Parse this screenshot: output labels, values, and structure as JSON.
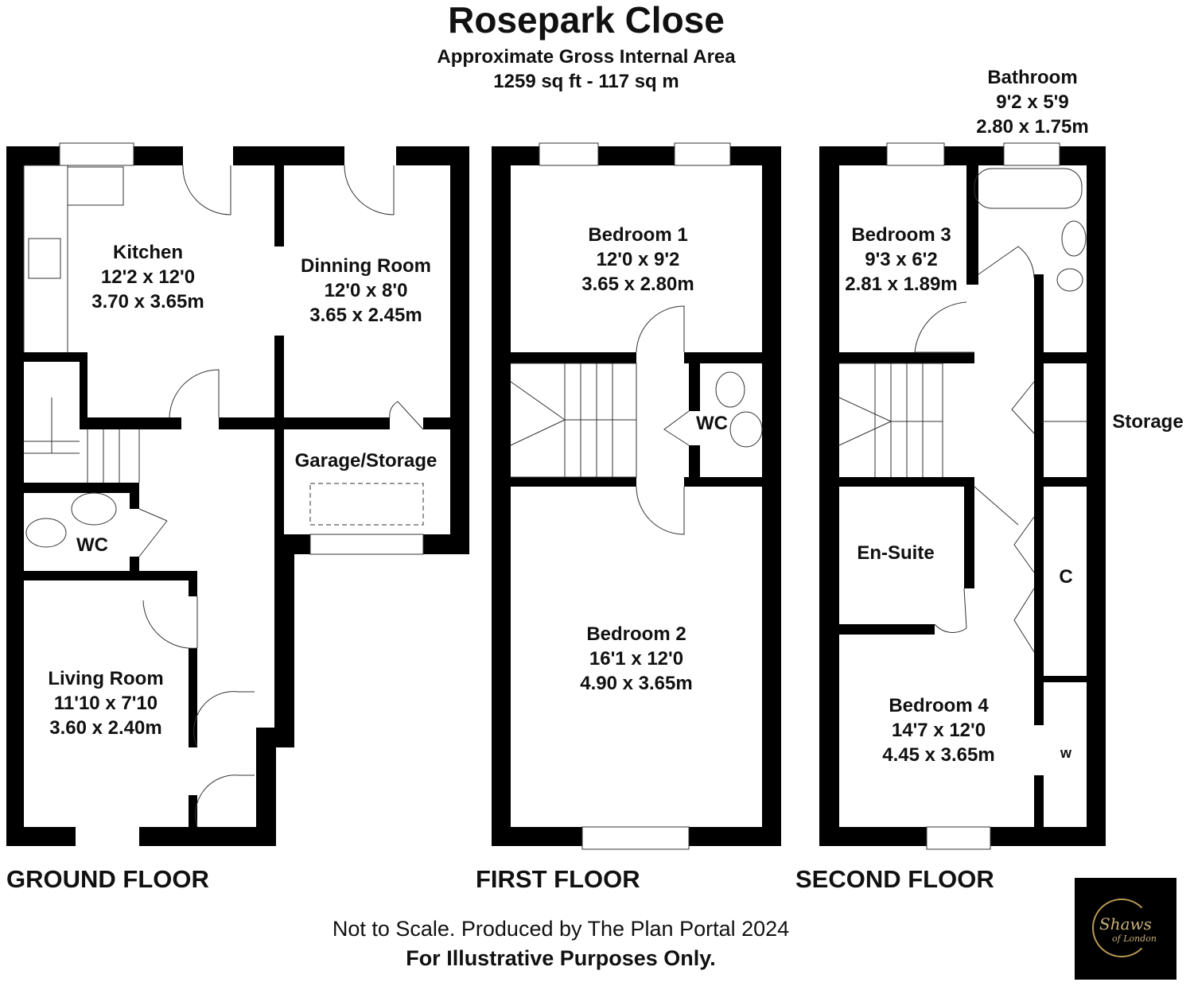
{
  "header": {
    "title": "Rosepark Close",
    "subtitle": "Approximate Gross Internal Area",
    "area": "1259 sq ft - 117 sq m"
  },
  "rooms": {
    "kitchen": {
      "name": "Kitchen",
      "imperial": "12'2 x 12'0",
      "metric": "3.70 x 3.65m"
    },
    "dining": {
      "name": "Dinning Room",
      "imperial": "12'0 x 8'0",
      "metric": "3.65 x 2.45m"
    },
    "garage": {
      "name": "Garage/Storage"
    },
    "wc_ground": {
      "name": "WC"
    },
    "living": {
      "name": "Living Room",
      "imperial": "11'10 x 7'10",
      "metric": "3.60 x 2.40m"
    },
    "bedroom1": {
      "name": "Bedroom 1",
      "imperial": "12'0 x 9'2",
      "metric": "3.65 x 2.80m"
    },
    "wc_first": {
      "name": "WC"
    },
    "bedroom2": {
      "name": "Bedroom 2",
      "imperial": "16'1 x 12'0",
      "metric": "4.90 x 3.65m"
    },
    "bathroom": {
      "name": "Bathroom",
      "imperial": "9'2 x 5'9",
      "metric": "2.80 x 1.75m"
    },
    "bedroom3": {
      "name": "Bedroom 3",
      "imperial": "9'3 x 6'2",
      "metric": "2.81 x 1.89m"
    },
    "storage": {
      "name": "Storage"
    },
    "ensuite": {
      "name": "En-Suite"
    },
    "cupboard": {
      "name": "C"
    },
    "bedroom4": {
      "name": "Bedroom 4",
      "imperial": "14'7 x 12'0",
      "metric": "4.45 x 3.65m"
    },
    "wardrobe": {
      "name": "W"
    }
  },
  "floors": {
    "ground": "GROUND FLOOR",
    "first": "FIRST FLOOR",
    "second": "SECOND FLOOR"
  },
  "footer": {
    "line1": "Not to Scale. Produced by The Plan Portal 2024",
    "line2": "For Illustrative Purposes Only."
  },
  "logo": {
    "line1": "Shaws",
    "line2": "of London"
  }
}
